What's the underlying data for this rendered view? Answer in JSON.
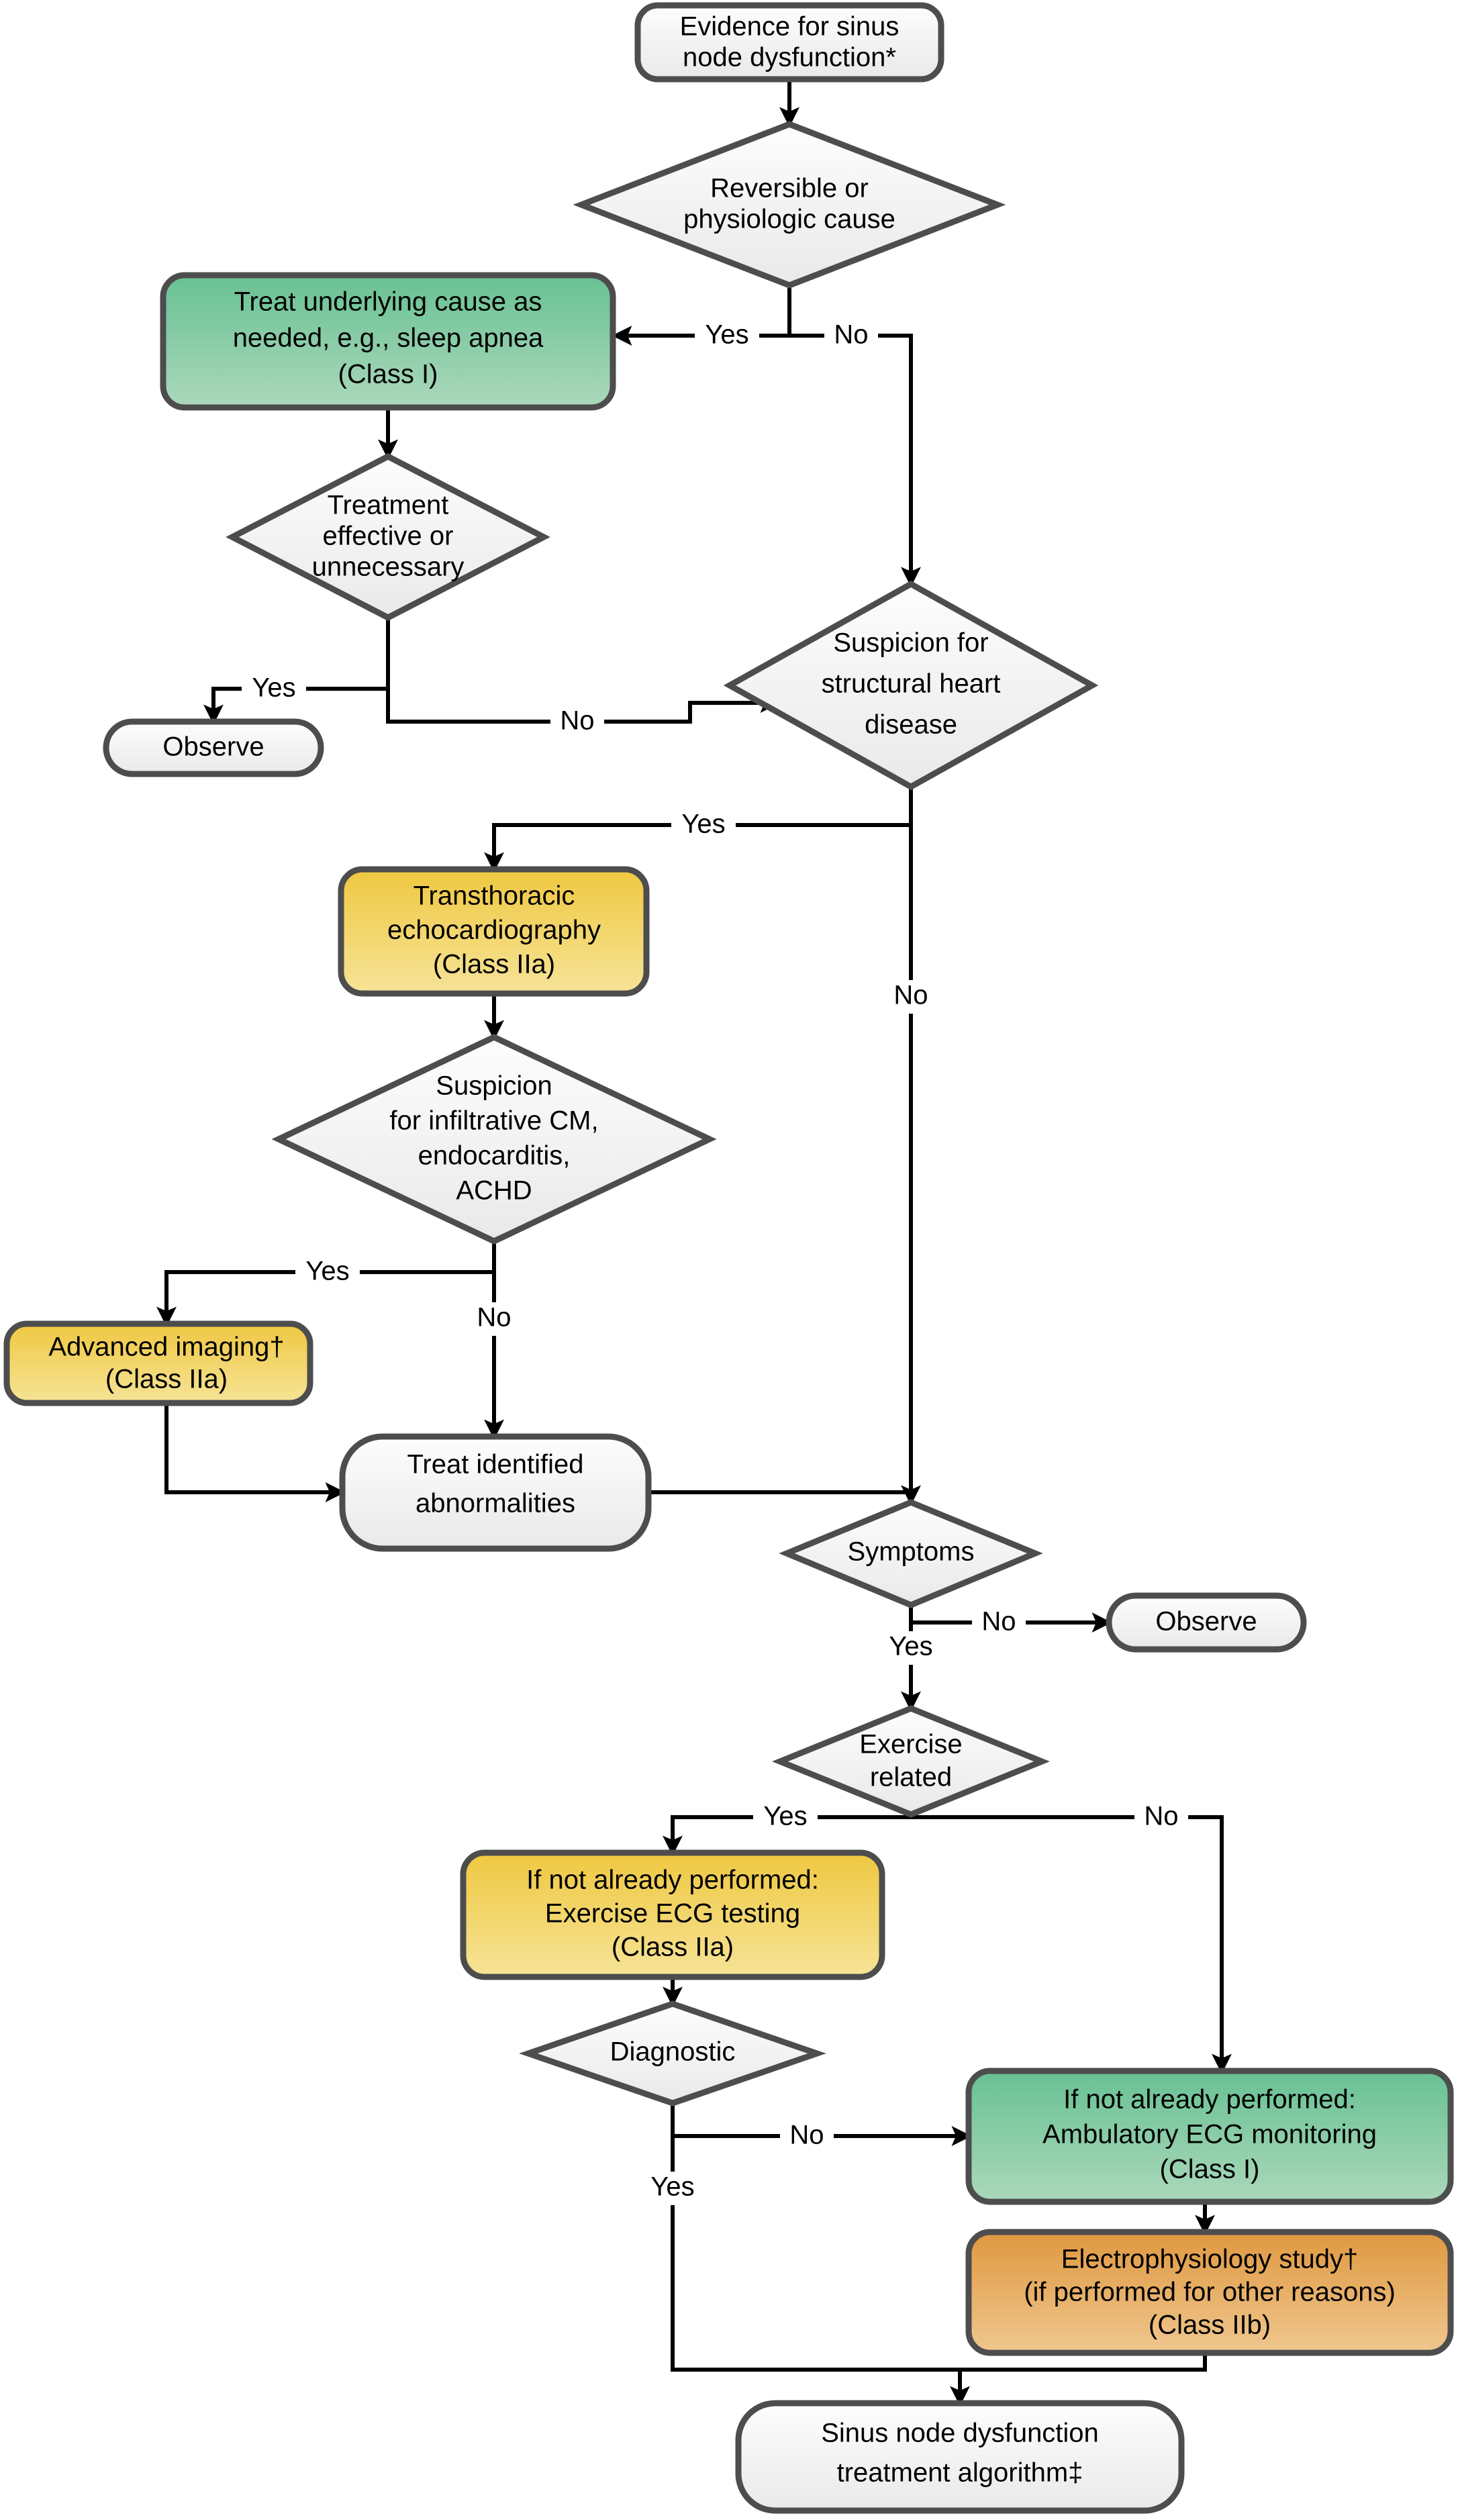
{
  "diagram": {
    "title": "Sinus node dysfunction evaluation algorithm",
    "colors": {
      "neutral_fill_top": "#fdfdfd",
      "neutral_fill_bottom": "#ebebeb",
      "green_fill_top": "#6cc295",
      "green_fill_bottom": "#a8d6b6",
      "yellow_fill_top": "#f0cb4c",
      "yellow_fill_bottom": "#f5e08e",
      "orange_fill_top": "#e09b42",
      "orange_fill_bottom": "#efc389",
      "shape_border": "#4d4d4d",
      "line_color": "#000000",
      "text_color": "#000000"
    },
    "nodes": {
      "start": {
        "id": "start",
        "shape": "rounded-rect",
        "color": "neutral",
        "lines": [
          "Evidence for sinus",
          "node dysfunction*"
        ]
      },
      "reversible": {
        "id": "reversible",
        "shape": "diamond",
        "color": "neutral",
        "lines": [
          "Reversible or",
          "physiologic cause"
        ]
      },
      "treat_underlying": {
        "id": "treat_underlying",
        "shape": "rounded-rect",
        "color": "green",
        "lines": [
          "Treat underlying cause as",
          "needed, e.g., sleep apnea",
          "(Class I)"
        ]
      },
      "treatment_effective": {
        "id": "treatment_effective",
        "shape": "diamond",
        "color": "neutral",
        "lines": [
          "Treatment",
          "effective or",
          "unnecessary"
        ]
      },
      "observe_1": {
        "id": "observe_1",
        "shape": "stadium",
        "color": "neutral",
        "lines": [
          "Observe"
        ]
      },
      "structural": {
        "id": "structural",
        "shape": "diamond",
        "color": "neutral",
        "lines": [
          "Suspicion for",
          "structural heart",
          "disease"
        ]
      },
      "tte": {
        "id": "tte",
        "shape": "rounded-rect",
        "color": "yellow",
        "lines": [
          "Transthoracic",
          "echocardiography",
          "(Class IIa)"
        ]
      },
      "infiltrative": {
        "id": "infiltrative",
        "shape": "diamond",
        "color": "neutral",
        "lines": [
          "Suspicion",
          "for infiltrative CM,",
          "endocarditis,",
          "ACHD"
        ]
      },
      "advanced_imaging": {
        "id": "advanced_imaging",
        "shape": "rounded-rect",
        "color": "yellow",
        "lines": [
          "Advanced imaging†",
          "(Class IIa)"
        ]
      },
      "treat_abnormalities": {
        "id": "treat_abnormalities",
        "shape": "stadium",
        "color": "neutral",
        "lines": [
          "Treat identified",
          "abnormalities"
        ]
      },
      "symptoms": {
        "id": "symptoms",
        "shape": "diamond",
        "color": "neutral",
        "lines": [
          "Symptoms"
        ]
      },
      "observe_2": {
        "id": "observe_2",
        "shape": "stadium",
        "color": "neutral",
        "lines": [
          "Observe"
        ]
      },
      "exercise_related": {
        "id": "exercise_related",
        "shape": "diamond",
        "color": "neutral",
        "lines": [
          "Exercise",
          "related"
        ]
      },
      "exercise_ecg": {
        "id": "exercise_ecg",
        "shape": "rounded-rect",
        "color": "yellow",
        "lines": [
          "If not already performed:",
          "Exercise ECG testing",
          "(Class IIa)"
        ]
      },
      "diagnostic": {
        "id": "diagnostic",
        "shape": "diamond",
        "color": "neutral",
        "lines": [
          "Diagnostic"
        ]
      },
      "ambulatory_ecg": {
        "id": "ambulatory_ecg",
        "shape": "rounded-rect",
        "color": "green",
        "lines": [
          "If not already performed:",
          "Ambulatory ECG monitoring",
          "(Class I)"
        ]
      },
      "eps": {
        "id": "eps",
        "shape": "rounded-rect",
        "color": "orange",
        "lines": [
          "Electrophysiology study†",
          "(if performed for other reasons)",
          "(Class IIb)"
        ]
      },
      "end": {
        "id": "end",
        "shape": "stadium",
        "color": "neutral",
        "lines": [
          "Sinus node dysfunction",
          "treatment algorithm‡"
        ]
      }
    },
    "edge_labels": {
      "reversible_yes": "Yes",
      "reversible_no": "No",
      "treatment_effective_yes": "Yes",
      "treatment_effective_no": "No",
      "structural_yes": "Yes",
      "structural_no": "No",
      "infiltrative_yes": "Yes",
      "infiltrative_no": "No",
      "symptoms_yes": "Yes",
      "symptoms_no": "No",
      "exercise_yes": "Yes",
      "exercise_no": "No",
      "diagnostic_yes": "Yes",
      "diagnostic_no": "No"
    }
  }
}
